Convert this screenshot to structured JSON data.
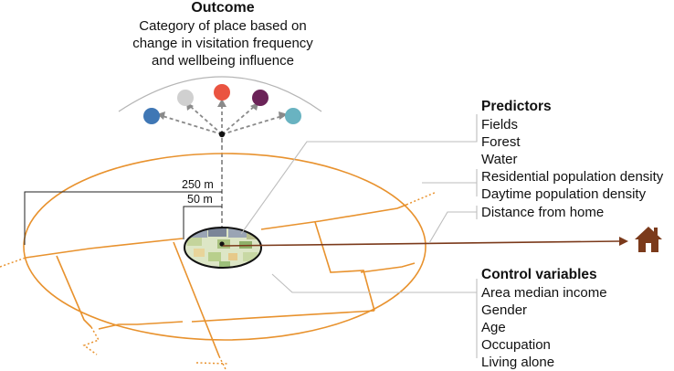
{
  "outcome": {
    "title": "Outcome",
    "lines": [
      "Category of place based on",
      "change in visitation frequency",
      "and wellbeing influence"
    ],
    "category_colors": [
      "#3f77b5",
      "#d0d0d0",
      "#ea5441",
      "#6b2358",
      "#69b3c1"
    ]
  },
  "predictors": {
    "title": "Predictors",
    "items": [
      "Fields",
      "Forest",
      "Water",
      "Residential population density",
      "Daytime population density",
      "Distance from home"
    ]
  },
  "controls": {
    "title": "Control variables",
    "items": [
      "Area median income",
      "Gender",
      "Age",
      "Occupation",
      "Living alone"
    ]
  },
  "distances": {
    "outer": "250 m",
    "inner": "50 m"
  },
  "colors": {
    "road": "#e8922e",
    "leader": "#bdbdbd",
    "home": "#7b3a1b",
    "arrow_grey": "#8a8a8a"
  },
  "icons": [
    "home-icon"
  ]
}
